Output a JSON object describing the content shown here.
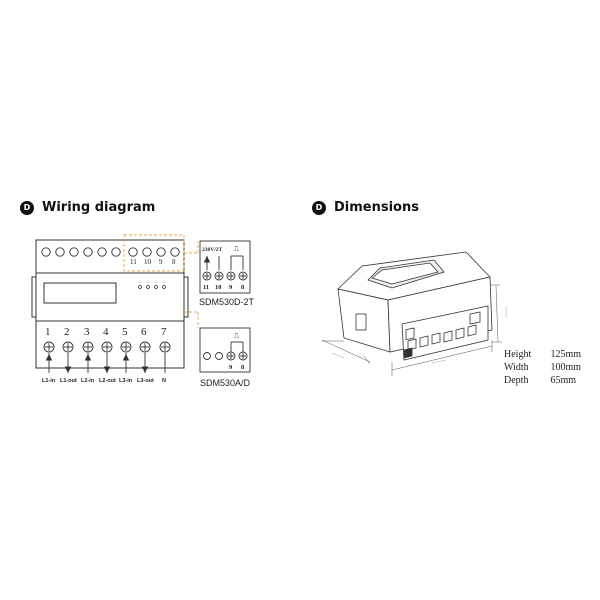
{
  "wiring": {
    "title": "Wiring diagram",
    "terminals_top": [
      "11",
      "10",
      "9",
      "8"
    ],
    "terminals_bottom": [
      "1",
      "2",
      "3",
      "4",
      "5",
      "6",
      "7"
    ],
    "bottom_labels": [
      "L1-in",
      "L1-out",
      "L2-in",
      "L2-out",
      "L3-in",
      "L3-out",
      "N"
    ],
    "sdm530d": {
      "header": "230V/2T",
      "pulse": "⎍",
      "terminals": [
        "11",
        "10",
        "9",
        "8"
      ],
      "caption": "SDM530D-2T"
    },
    "sdm530a": {
      "pulse": "⎍",
      "terminals": [
        "9",
        "8"
      ],
      "caption": "SDM530A/D"
    }
  },
  "dimensions": {
    "title": "Dimensions",
    "badge_icon": "logo-d-icon",
    "specs": [
      {
        "label": "Height",
        "value": "125mm"
      },
      {
        "label": "Width",
        "value": "100mm"
      },
      {
        "label": "Depth",
        "value": "65mm"
      }
    ]
  },
  "colors": {
    "accent_dashed": "#e8a04a",
    "line": "#333333"
  }
}
